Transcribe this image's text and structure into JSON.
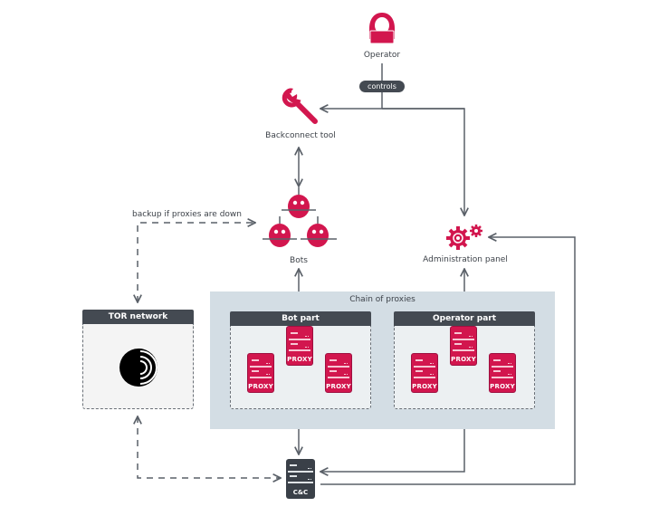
{
  "colors": {
    "accent": "#d2164e",
    "dark": "#444a52",
    "chain_bg": "#d3dde4",
    "line": "#5a6068"
  },
  "nodes": {
    "operator": {
      "label": "Operator",
      "icon": "hacker-icon"
    },
    "controls_pill": {
      "label": "controls"
    },
    "backconnect": {
      "label": "Backconnect tool",
      "icon": "wrench-icon"
    },
    "bots": {
      "label": "Bots",
      "icon": "robot-icon"
    },
    "admin_panel": {
      "label": "Administration panel",
      "icon": "gears-icon"
    },
    "tor": {
      "label": "TOR network",
      "icon": "tor-onion-icon"
    },
    "cnc": {
      "label": "C&C",
      "icon": "server-icon"
    }
  },
  "chain": {
    "title": "Chain of proxies",
    "parts": [
      {
        "title": "Bot part",
        "proxies": [
          "PROXY",
          "PROXY",
          "PROXY"
        ]
      },
      {
        "title": "Operator part",
        "proxies": [
          "PROXY",
          "PROXY",
          "PROXY"
        ]
      }
    ]
  },
  "annotations": {
    "backup": "backup if proxies are down"
  }
}
